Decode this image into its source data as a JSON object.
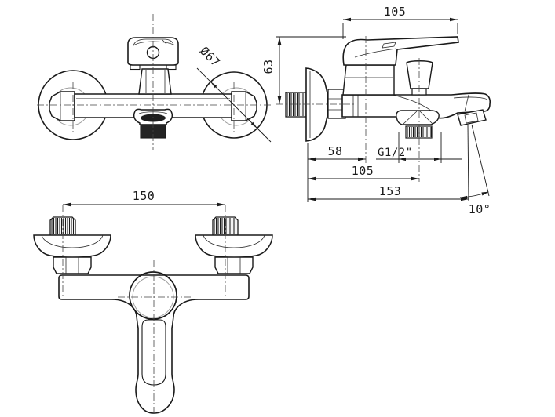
{
  "colors": {
    "line": "#1a1a1a",
    "background": "#ffffff",
    "dark_fill": "#1e1e1e"
  },
  "dimensions": {
    "escutcheon_diameter": "Ø67",
    "height_to_handle": "63",
    "handle_length": "105",
    "wall_to_cartridge": "58",
    "outlet_thread": "G1/2\"",
    "wall_to_outlet": "105",
    "wall_to_spout_tip": "153",
    "spout_angle": "10°",
    "inlet_spacing": "150"
  }
}
